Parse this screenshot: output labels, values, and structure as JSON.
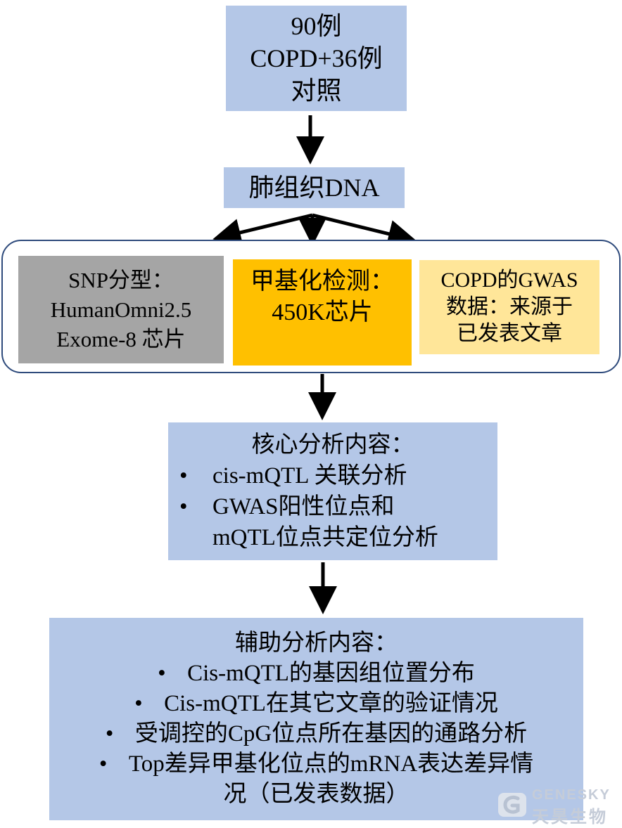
{
  "nodes": {
    "samples": {
      "lines": [
        "90例",
        "COPD+36例",
        "对照"
      ]
    },
    "dna": {
      "label": "肺组织DNA"
    },
    "snp": {
      "lines": [
        "SNP分型：",
        "HumanOmni2.5",
        "Exome-8 芯片"
      ]
    },
    "methylation": {
      "lines": [
        "甲基化检测：",
        "450K芯片"
      ]
    },
    "gwas": {
      "lines": [
        "COPD的GWAS",
        "数据：来源于",
        "已发表文章"
      ]
    },
    "core": {
      "title": "核心分析内容：",
      "bullet": "•",
      "items": [
        {
          "lines": [
            "cis-mQTL 关联分析"
          ]
        },
        {
          "lines": [
            "GWAS阳性位点和",
            "mQTL位点共定位分析"
          ]
        }
      ]
    },
    "aux": {
      "title": "辅助分析内容：",
      "bullet": "•",
      "items": [
        "Cis-mQTL的基因组位置分布",
        "Cis-mQTL在其它文章的验证情况",
        "受调控的CpG位点所在基因的通路分析",
        "Top差异甲基化位点的mRNA表达差异情"
      ],
      "continuation": "况（已发表数据）"
    }
  },
  "watermark": {
    "english": "GENESKY",
    "chinese": "天昊生物"
  },
  "colors": {
    "blue_box": "#b4c7e7",
    "snp_box": "#a5a5a5",
    "methylation_box": "#ffc000",
    "gwas_box": "#ffe699",
    "container_border": "#2f4b7c",
    "arrow": "#000000"
  }
}
